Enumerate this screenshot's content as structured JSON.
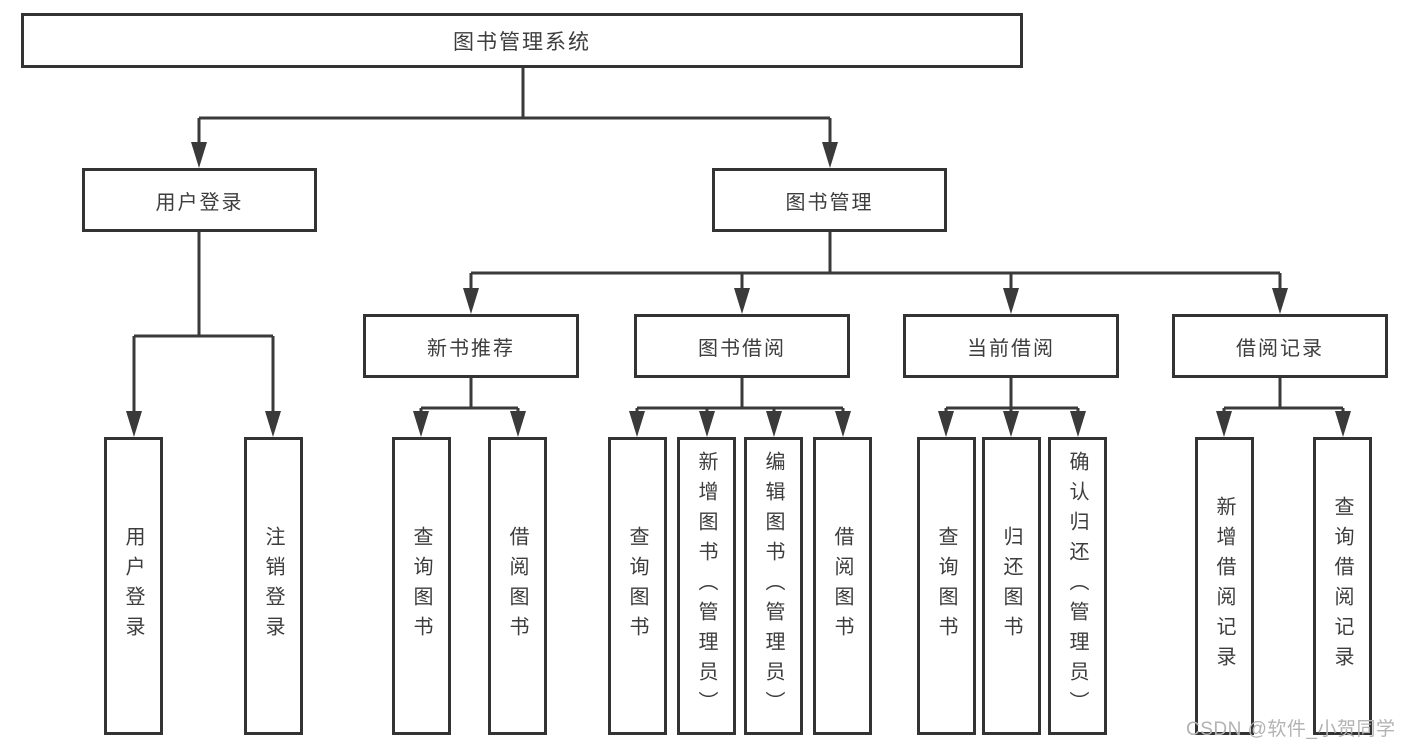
{
  "diagram": {
    "root": "图书管理系统",
    "user_login": {
      "label": "用户登录",
      "children": [
        "用户登录",
        "注销登录"
      ]
    },
    "book_management": {
      "label": "图书管理",
      "sections": {
        "new_book_recommend": {
          "label": "新书推荐",
          "children": [
            "查询图书",
            "借阅图书"
          ]
        },
        "book_borrow": {
          "label": "图书借阅",
          "children": [
            "查询图书",
            "新增图书（管理员）",
            "编辑图书（管理员）",
            "借阅图书"
          ]
        },
        "current_borrow": {
          "label": "当前借阅",
          "children": [
            "查询图书",
            "归还图书",
            "确认归还（管理员）"
          ]
        },
        "borrow_records": {
          "label": "借阅记录",
          "children": [
            "新增借阅记录",
            "查询借阅记录"
          ]
        }
      }
    }
  },
  "watermark": "CSDN @软件_小贺同学",
  "colors": {
    "line": "#3a3a3a",
    "border": "#333333",
    "text": "#3d3d3d",
    "watermark": "#b3b3b3",
    "background": "#ffffff"
  }
}
